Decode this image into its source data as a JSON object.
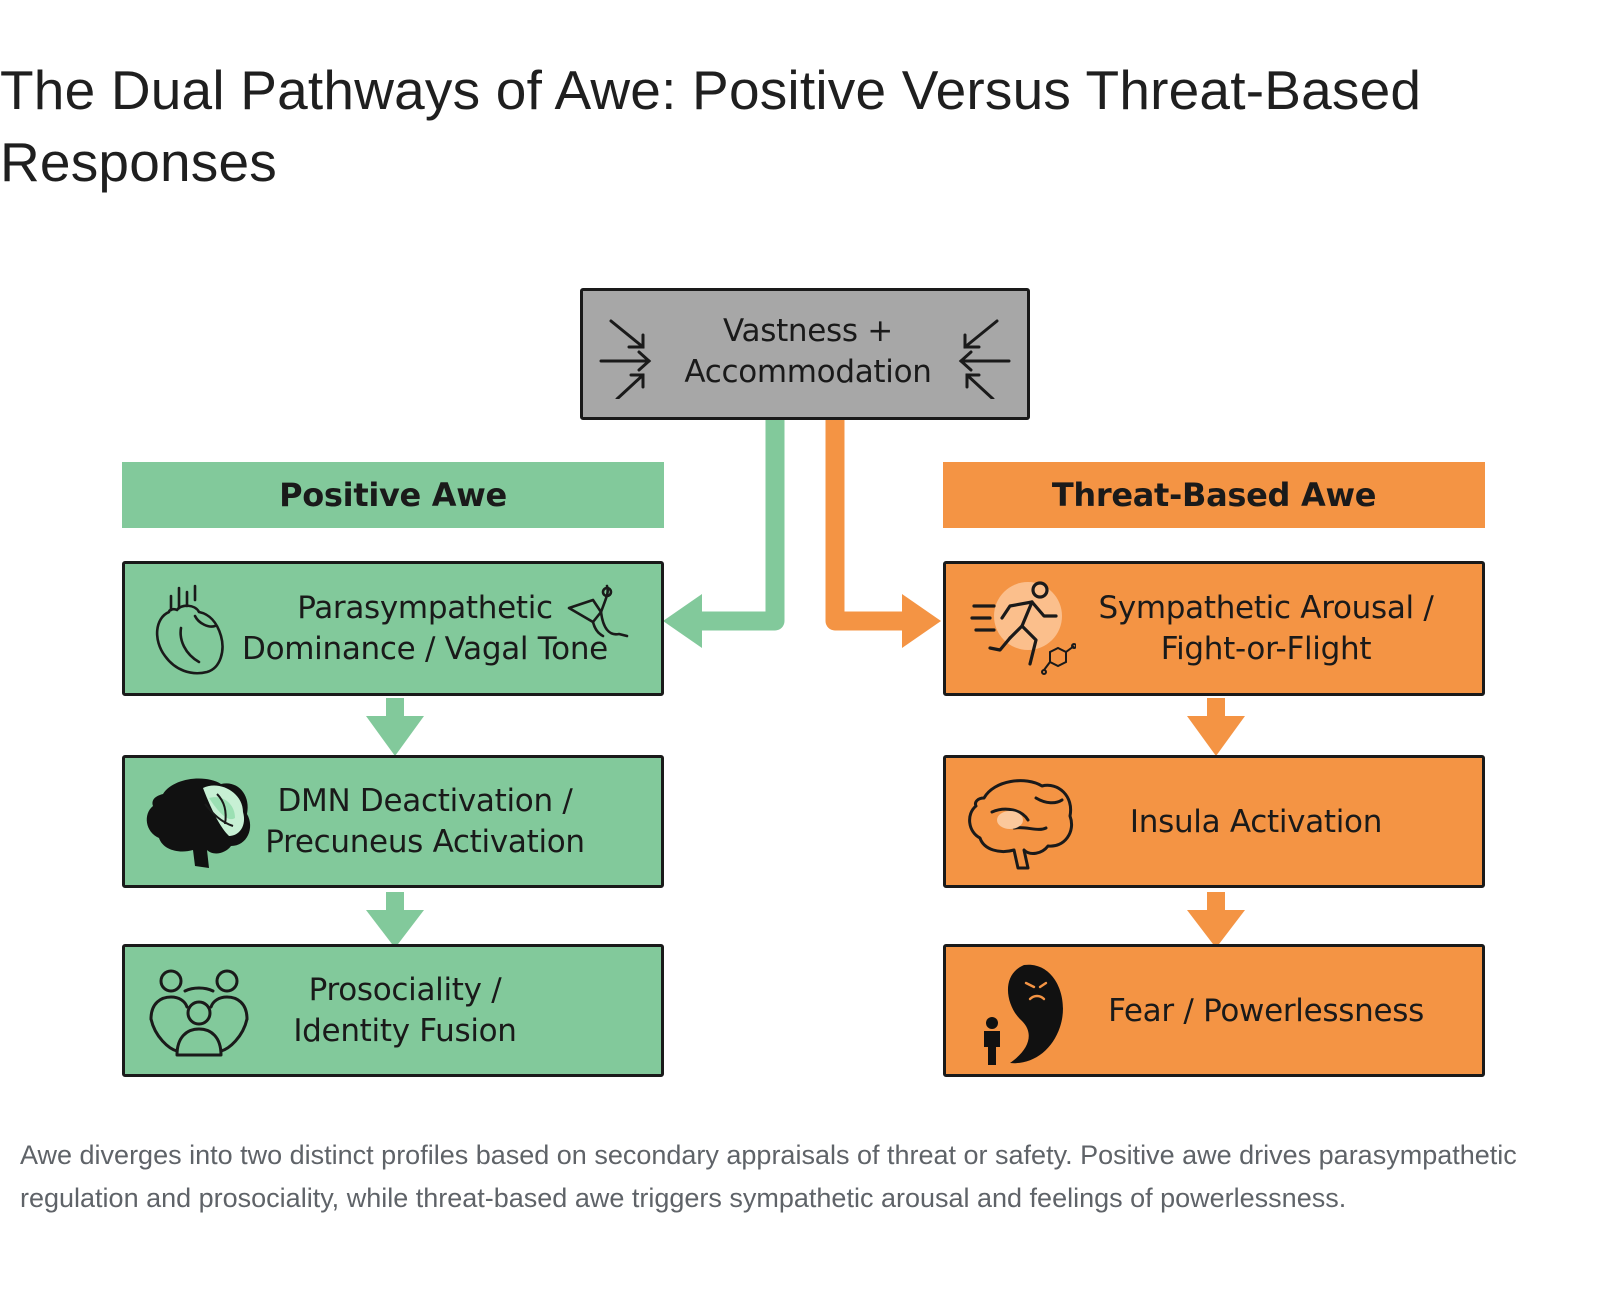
{
  "title": "The Dual Pathways of Awe: Positive Versus Threat-Based Responses",
  "diagram": {
    "top_node": {
      "label": "Vastness +\nAccommodation",
      "icon": "converging-arrows-icon"
    },
    "positive": {
      "header": "Positive Awe",
      "color": "#82c99b",
      "steps": [
        {
          "label": "Parasympathetic\nDominance / Vagal Tone",
          "icon": "heart-icon",
          "icon2": "vagus-nerve-icon"
        },
        {
          "label": "DMN Deactivation /\nPrecuneus Activation",
          "icon": "brain-highlight-icon"
        },
        {
          "label": "Prosociality /\nIdentity Fusion",
          "icon": "people-group-icon"
        }
      ]
    },
    "threat": {
      "header": "Threat-Based Awe",
      "color": "#f49444",
      "steps": [
        {
          "label": "Sympathetic Arousal /\nFight-or-Flight",
          "icon": "running-person-icon",
          "icon2": "molecule-icon"
        },
        {
          "label": "Insula Activation",
          "icon": "brain-outline-icon"
        },
        {
          "label": "Fear / Powerlessness",
          "icon": "shadow-figure-icon"
        }
      ]
    }
  },
  "caption": "Awe diverges into two distinct profiles based on secondary appraisals of threat or safety. Positive awe drives parasympathetic regulation and prosociality, while threat-based awe triggers sympathetic arousal and feelings of powerlessness."
}
